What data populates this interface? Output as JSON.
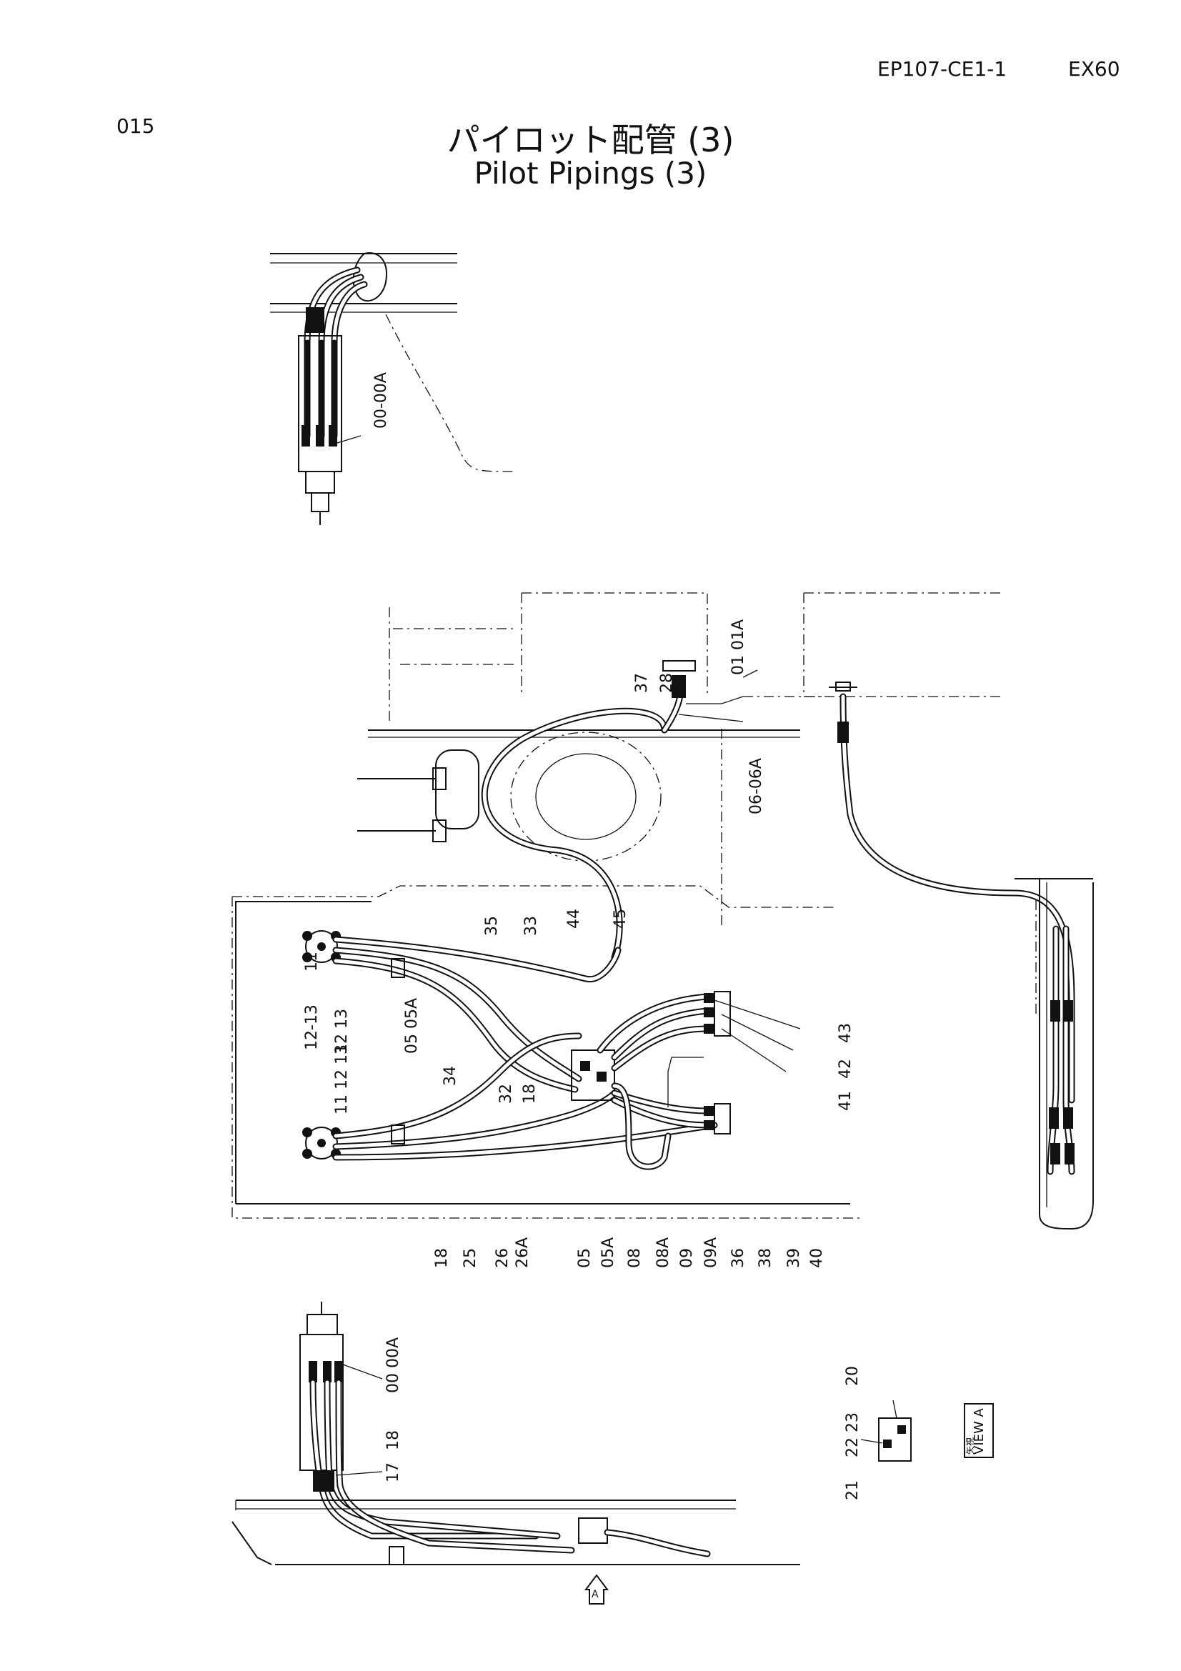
{
  "header": {
    "page_number": "015",
    "doc_code": "EP107-CE1-1",
    "model": "EX60",
    "title_jp": "パイロット配管 (3)",
    "title_en": "Pilot Pipings (3)"
  },
  "callouts": {
    "top_view": [
      "00-00A"
    ],
    "main_view_upper": [
      "01 01A",
      "28",
      "37",
      "06-06A",
      "35",
      "33",
      "44",
      "45"
    ],
    "main_view_left": [
      "12-13",
      "11",
      "05 05A",
      "12 13",
      "11 12 13",
      "34",
      "32",
      "18"
    ],
    "main_view_right": [
      "43",
      "42",
      "41"
    ],
    "main_view_bottom": [
      "18",
      "25",
      "26",
      "26A",
      "05",
      "05A",
      "08",
      "08A",
      "09",
      "09A",
      "36",
      "38",
      "39",
      "40"
    ],
    "lower_view": [
      "00 00A",
      "18",
      "17"
    ],
    "view_a_parts": [
      "20",
      "23",
      "22",
      "21"
    ]
  },
  "view_a": {
    "label": "VIEW A",
    "jp_label": "矢視",
    "arrow_letter": "A"
  }
}
